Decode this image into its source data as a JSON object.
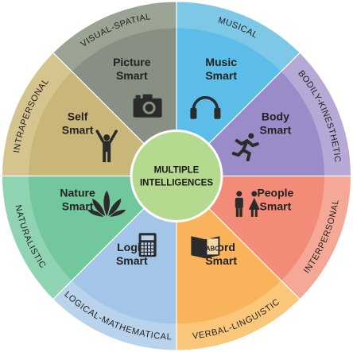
{
  "center": {
    "line1": "MULTIPLE",
    "line2": "INTELLIGENCES",
    "color": "#b5d98f"
  },
  "segments": [
    {
      "key": "music",
      "line1": "Music",
      "line2": "Smart",
      "ring": "MUSICAL",
      "icon": "headphones-icon",
      "outer": "#7cc8e6",
      "inner": "#5bbde8"
    },
    {
      "key": "body",
      "line1": "Body",
      "line2": "Smart",
      "ring": "BODILY-KINESTHETIC",
      "icon": "running-person-icon",
      "outer": "#b7a9d6",
      "inner": "#9a8bc9"
    },
    {
      "key": "people",
      "line1": "People",
      "line2": "Smart",
      "ring": "INTERPERSONAL",
      "icon": "man-woman-icon",
      "outer": "#f6a896",
      "inner": "#f28b78"
    },
    {
      "key": "word",
      "line1": "Word",
      "line2": "Smart",
      "ring": "VERBAL-LINGUISTIC",
      "icon": "abc-book-icon",
      "outer": "#fbc77a",
      "inner": "#f9b35a"
    },
    {
      "key": "logic",
      "line1": "Logic",
      "line2": "Smart",
      "ring": "LOGICAL-MATHEMATICAL",
      "icon": "calculator-icon",
      "outer": "#b9d3ec",
      "inner": "#a3c5e7"
    },
    {
      "key": "nature",
      "line1": "Nature",
      "line2": "Smart",
      "ring": "NATURALISTIC",
      "icon": "leaves-icon",
      "outer": "#8fd3b2",
      "inner": "#72c79d"
    },
    {
      "key": "self",
      "line1": "Self",
      "line2": "Smart",
      "ring": "INTRAPERSONAL",
      "icon": "person-arms-up-icon",
      "outer": "#d5c48e",
      "inner": "#c9b77a"
    },
    {
      "key": "picture",
      "line1": "Picture",
      "line2": "Smart",
      "ring": "VISUAL-SPATIAL",
      "icon": "camera-icon",
      "outer": "#9aa394",
      "inner": "#879082"
    }
  ]
}
